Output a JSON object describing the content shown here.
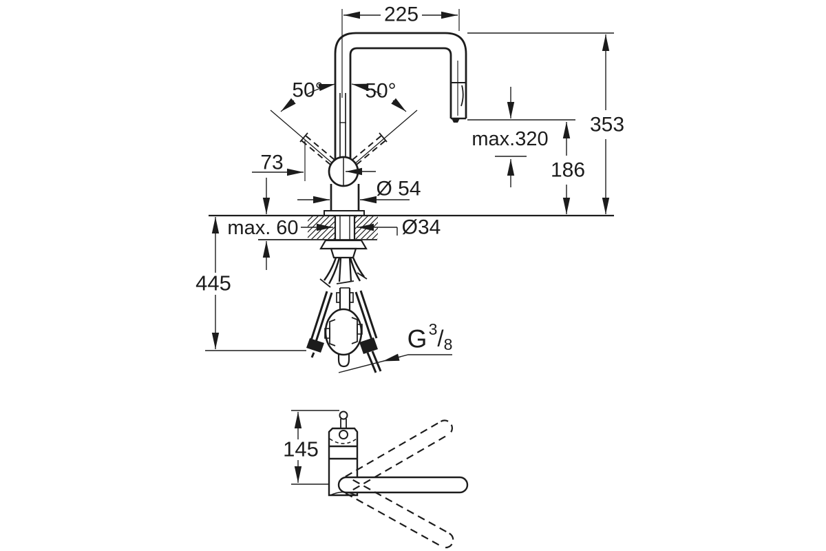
{
  "drawing": {
    "type": "kitchen-faucet-installation-dimension-drawing",
    "colors": {
      "line": "#1c1c1c",
      "background": "#ffffff"
    },
    "front_view": {
      "spout_reach": "225",
      "lever_angle_left": "50°",
      "lever_angle_right": "50°",
      "lever_offset": "73",
      "body_diameter": "Ø 54",
      "max_pullout": "max.320",
      "total_height": "353",
      "outlet_height": "186",
      "max_deck_thickness": "max. 60",
      "hole_diameter": "Ø34",
      "hose_length_below_deck": "445",
      "thread_g": "G",
      "thread_numerator": "3",
      "thread_slash": "/",
      "thread_denominator": "8"
    },
    "top_view": {
      "body_depth": "145"
    }
  }
}
